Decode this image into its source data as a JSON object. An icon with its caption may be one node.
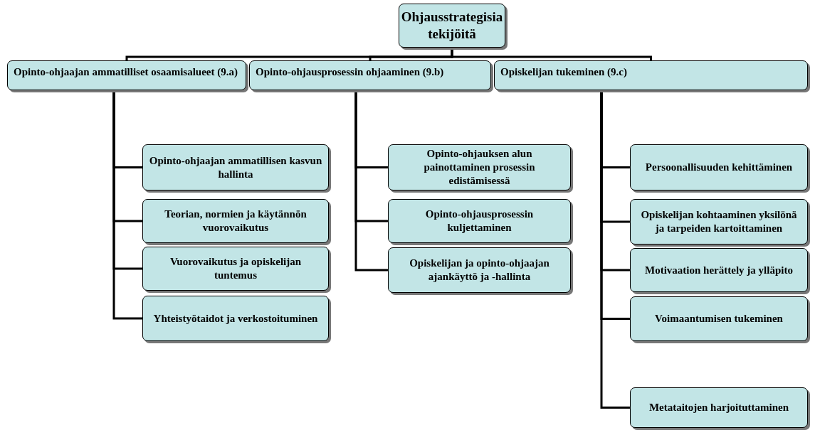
{
  "diagram": {
    "nodes": [
      {
        "text": [
          "Ohjausstrategisia tekijöitä"
        ]
      },
      {
        "text": [
          "Opinto-ohjaajan ammatilliset osaamisalueet (9.a)"
        ]
      },
      {
        "text": [
          "Opinto-ohjausprosessin ohjaaminen (9.b)"
        ]
      },
      {
        "text": [
          "Opiskelijan tukeminen (9.c)"
        ]
      },
      {
        "text": [
          "Opinto-ohjaajan ammatillisen kasvun hallinta"
        ]
      },
      {
        "text": [
          "Teorian, normien ja käytännön vuorovaikutus"
        ]
      },
      {
        "text": [
          "Vuorovaikutus ja opiskelijan tuntemus"
        ]
      },
      {
        "text": [
          "Yhteistyötaidot ja verkostoituminen"
        ]
      },
      {
        "text": [
          "Opinto-ohjauksen alun painottaminen prosessin edistämisessä"
        ]
      },
      {
        "text": [
          "Opinto-ohjausprosessin kuljettaminen"
        ]
      },
      {
        "text": [
          "Opiskelijan ja opinto-ohjaajan ajankäyttö ja -hallinta"
        ]
      },
      {
        "text": [
          "Persoonallisuuden kehittäminen"
        ]
      },
      {
        "text": [
          "Opiskelijan kohtaaminen yksilönä ja tarpeiden kartoittaminen"
        ]
      },
      {
        "text": [
          "Motivaation herättely ja ylläpito"
        ]
      },
      {
        "text": [
          "Voimaantumisen tukeminen"
        ]
      },
      {
        "text": [
          "Metataitojen harjoituttaminen"
        ]
      }
    ],
    "edges": [
      {
        "from": 0,
        "to": 1,
        "arrow": "none"
      },
      {
        "from": 0,
        "to": 2,
        "arrow": "none"
      },
      {
        "from": 0,
        "to": 3,
        "arrow": "none"
      },
      {
        "from": 1,
        "to": 4,
        "arrow": "none"
      },
      {
        "from": 1,
        "to": 5,
        "arrow": "none"
      },
      {
        "from": 1,
        "to": 6,
        "arrow": "none"
      },
      {
        "from": 1,
        "to": 7,
        "arrow": "none"
      },
      {
        "from": 2,
        "to": 8,
        "arrow": "none"
      },
      {
        "from": 2,
        "to": 9,
        "arrow": "none"
      },
      {
        "from": 2,
        "to": 10,
        "arrow": "none"
      },
      {
        "from": 3,
        "to": 11,
        "arrow": "none"
      },
      {
        "from": 3,
        "to": 12,
        "arrow": "none"
      },
      {
        "from": 3,
        "to": 13,
        "arrow": "none"
      },
      {
        "from": 3,
        "to": 14,
        "arrow": "none"
      },
      {
        "from": 3,
        "to": 15,
        "arrow": "none"
      }
    ]
  }
}
